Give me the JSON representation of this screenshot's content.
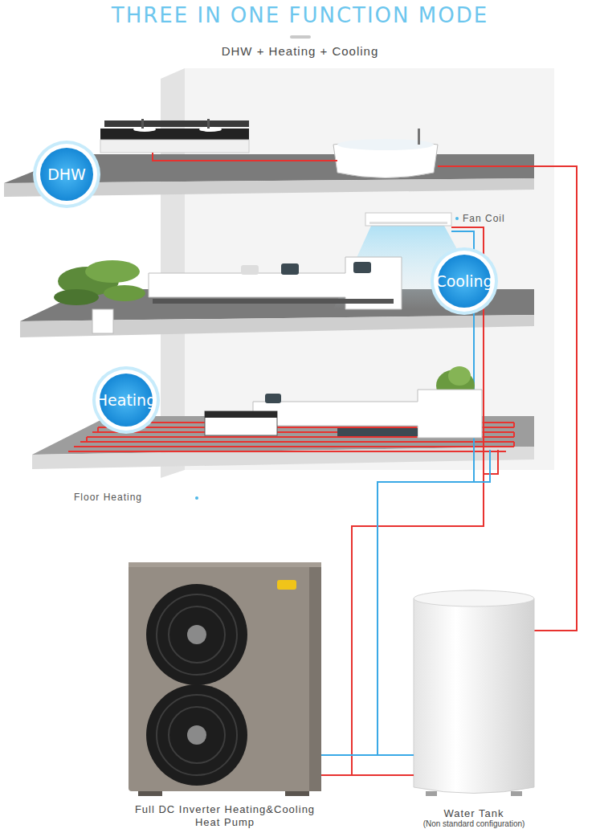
{
  "diagram": {
    "title": "THREE IN ONE FUNCTION MODE",
    "nodes": [
      {
        "text": [
          "DHW"
        ]
      },
      {
        "text": [
          "Cooling"
        ]
      },
      {
        "text": [
          "Heating"
        ]
      },
      {
        "text": [
          "Full DC Inverter Heating&Cooling Heat Pump"
        ]
      },
      {
        "text": [
          "Water Tank",
          "(Non standard configuration)"
        ]
      }
    ],
    "edges": [
      {
        "from": 3,
        "to": 4,
        "arrow": "none"
      },
      {
        "from": 3,
        "to": 4,
        "arrow": "none"
      }
    ],
    "labels": [
      "DHW + Heating + Cooling",
      "Fan Coil",
      "Floor Heating"
    ]
  }
}
